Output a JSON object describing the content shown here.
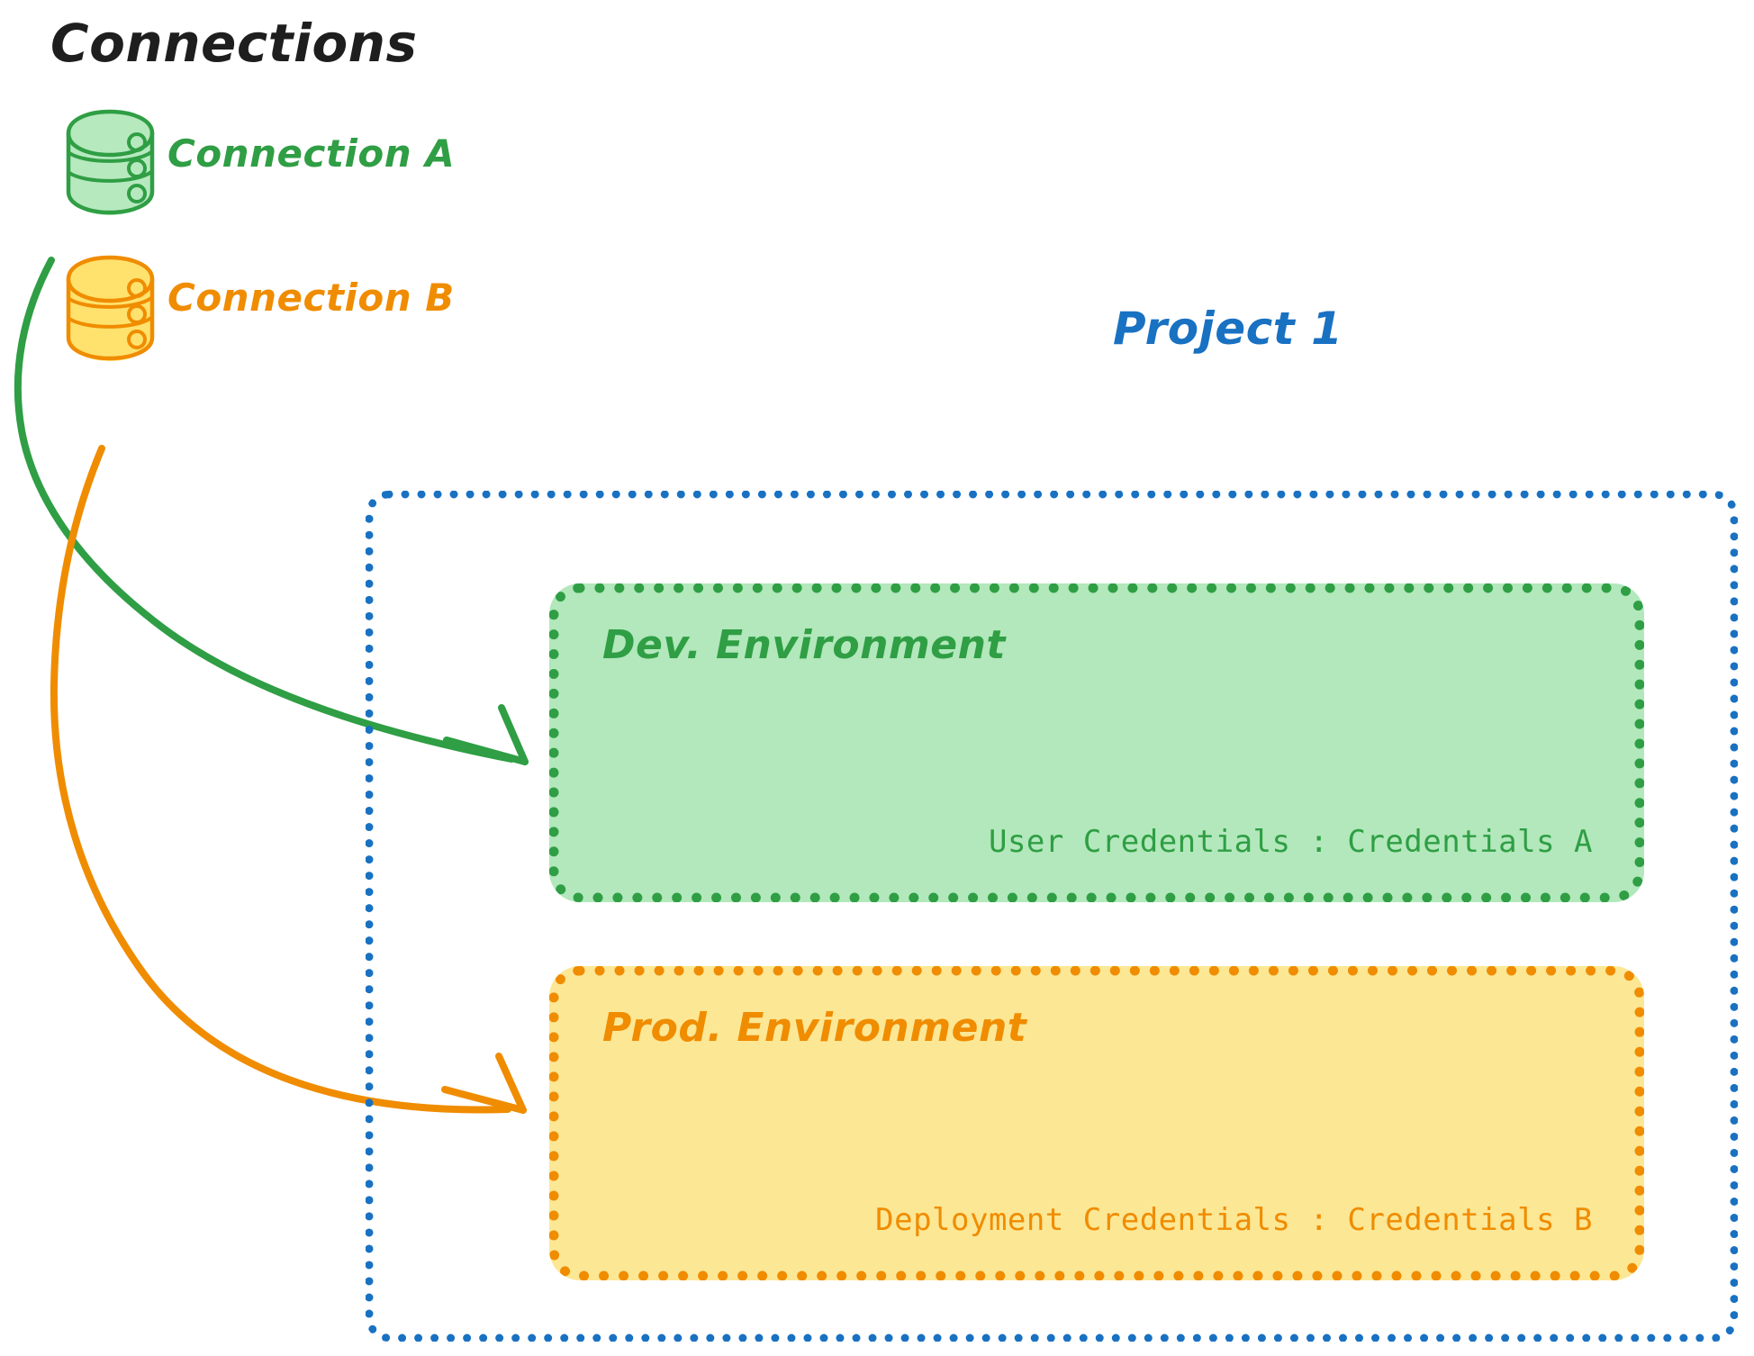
{
  "diagram": {
    "title": "Connections",
    "background_color": "#ffffff"
  },
  "connections": {
    "heading": "Connections",
    "items": [
      {
        "id": "connection-a",
        "label": "Connection A",
        "icon": "database-cylinder-icon",
        "stroke_color": "#2f9e44",
        "fill_color": "#b2e8bb"
      },
      {
        "id": "connection-b",
        "label": "Connection B",
        "icon": "database-cylinder-icon",
        "stroke_color": "#f08c00",
        "fill_color": "#ffe066"
      }
    ]
  },
  "project": {
    "label": "Project 1",
    "border_color": "#1971c2",
    "environments": [
      {
        "id": "dev",
        "title": "Dev. Environment",
        "credentials_label": "User Credentials",
        "credentials_separator": ":",
        "credentials_value": "Credentials A",
        "credentials_text": "User Credentials : Credentials A",
        "accent_color": "#2f9e44",
        "fill_color": "#b2e8bb"
      },
      {
        "id": "prod",
        "title": "Prod. Environment",
        "credentials_label": "Deployment Credentials",
        "credentials_separator": ":",
        "credentials_value": "Credentials B",
        "credentials_text": "Deployment Credentials : Credentials B",
        "accent_color": "#f08c00",
        "fill_color": "#fce795"
      }
    ]
  },
  "arrows": [
    {
      "id": "arrow-connection-a-to-dev",
      "from": "connection-a",
      "to": "dev",
      "color": "#2f9e44"
    },
    {
      "id": "arrow-connection-b-to-prod",
      "from": "connection-b",
      "to": "prod",
      "color": "#f08c00"
    }
  ]
}
